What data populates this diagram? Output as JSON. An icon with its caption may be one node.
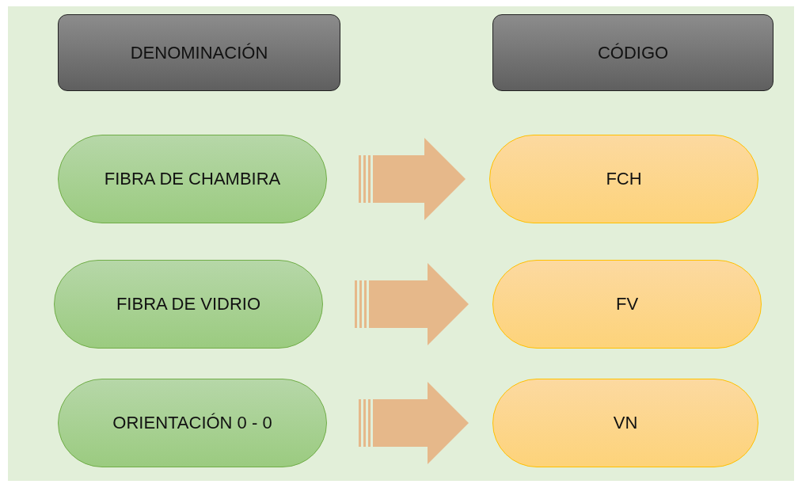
{
  "diagram": {
    "nodes": [
      {
        "text": [
          "DENOMINACIÓN"
        ]
      },
      {
        "text": [
          "CÓDIGO"
        ]
      },
      {
        "text": [
          "FIBRA DE CHAMBIRA"
        ]
      },
      {
        "text": [
          "FCH"
        ]
      },
      {
        "text": [
          "FIBRA DE VIDRIO"
        ]
      },
      {
        "text": [
          "FV"
        ]
      },
      {
        "text": [
          "ORIENTACIÓN 0 - 0"
        ]
      },
      {
        "text": [
          "VN"
        ]
      }
    ],
    "edges": [
      {
        "from": 2,
        "to": 3,
        "arrow": "to"
      },
      {
        "from": 4,
        "to": 5,
        "arrow": "to"
      },
      {
        "from": 6,
        "to": 7,
        "arrow": "to"
      }
    ]
  }
}
